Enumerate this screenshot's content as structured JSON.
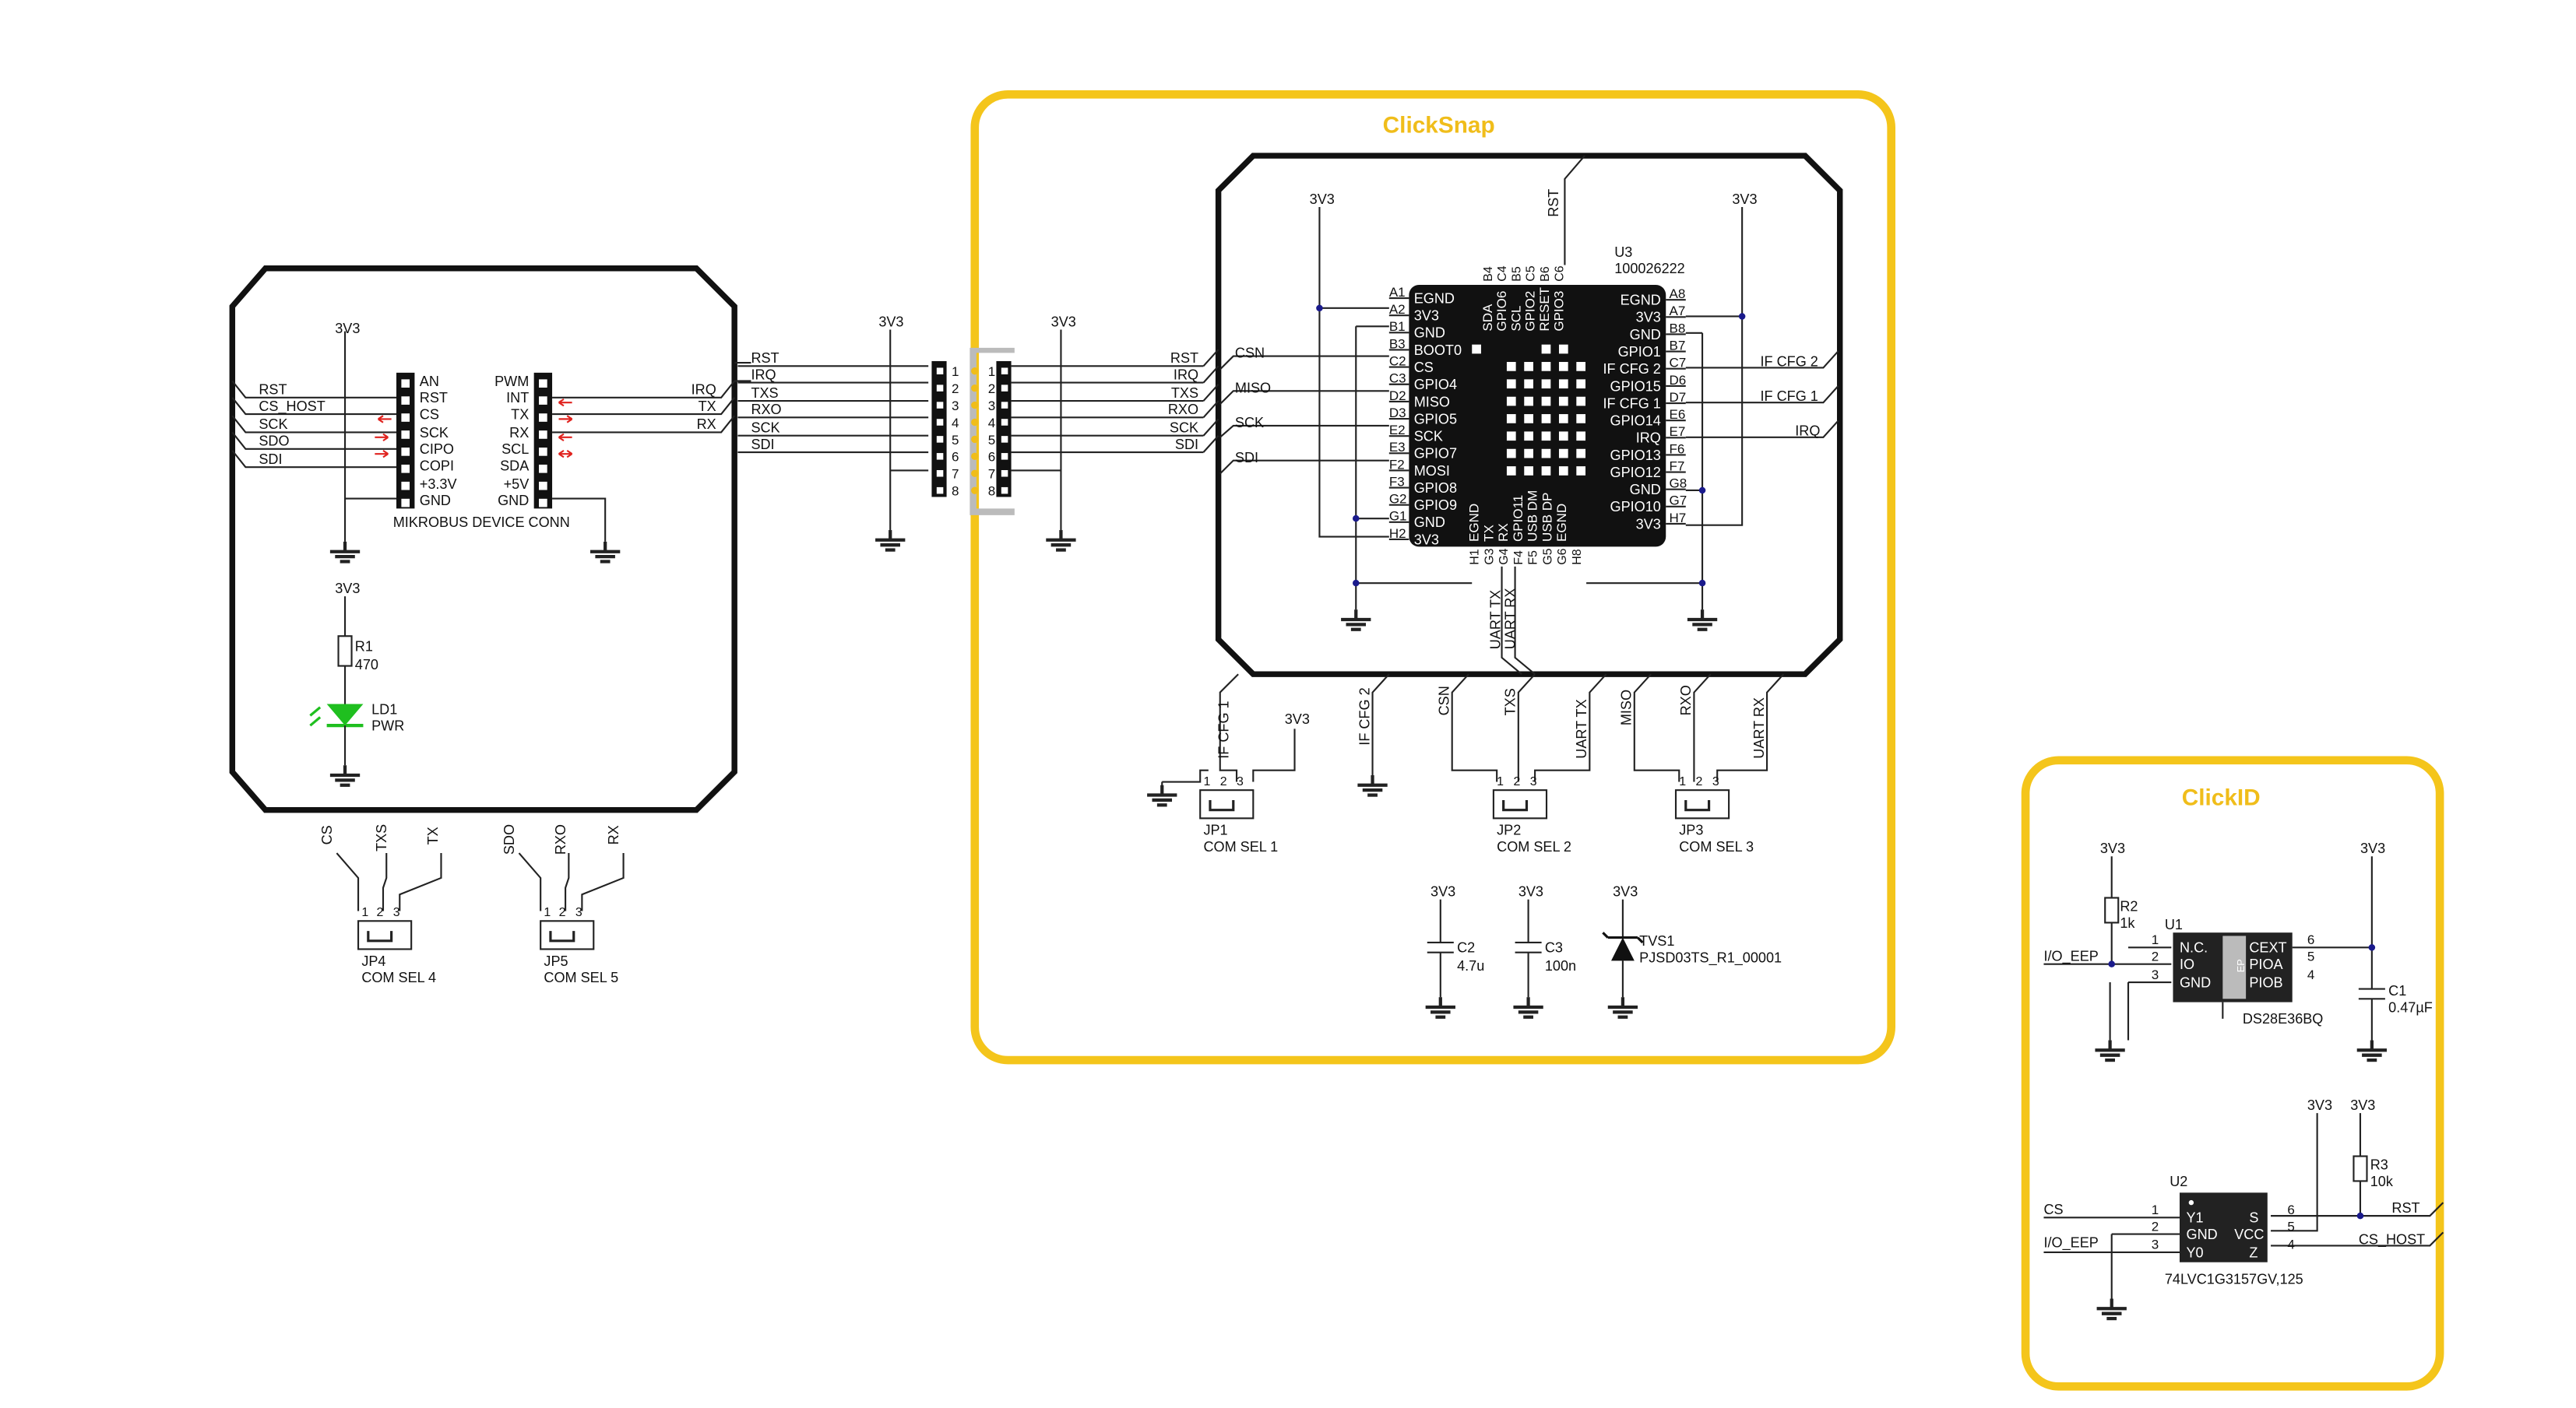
{
  "sections": {
    "clicksnap_title": "ClickSnap",
    "clickid_title": "ClickID"
  },
  "power": {
    "v33": "3V3"
  },
  "mikrobus": {
    "caption": "MIKROBUS DEVICE CONN",
    "left_pins": [
      "AN",
      "RST",
      "CS",
      "SCK",
      "CIPO",
      "COPI",
      "+3.3V",
      "GND"
    ],
    "right_pins": [
      "PWM",
      "INT",
      "TX",
      "RX",
      "SCL",
      "SDA",
      "+5V",
      "GND"
    ],
    "left_nets": [
      "RST",
      "CS_HOST",
      "SCK",
      "SDO",
      "SDI"
    ],
    "right_nets": [
      "IRQ",
      "TX",
      "RX"
    ]
  },
  "led": {
    "resistor": "R1",
    "resistor_value": "470",
    "led": "LD1",
    "led_label": "PWR"
  },
  "connector": {
    "pins": [
      "1",
      "2",
      "3",
      "4",
      "5",
      "6",
      "7",
      "8"
    ],
    "left_nets": [
      "RST",
      "IRQ",
      "TXS",
      "RXO",
      "SCK",
      "SDI"
    ],
    "right_nets": [
      "RST",
      "IRQ",
      "TXS",
      "RXO",
      "SCK",
      "SDI"
    ]
  },
  "u3": {
    "ref": "U3",
    "part": "100026222",
    "left_pins": [
      "A1",
      "A2",
      "B1",
      "B3",
      "C2",
      "C3",
      "D2",
      "D3",
      "E2",
      "E3",
      "F2",
      "F3",
      "G2",
      "G1",
      "H2"
    ],
    "left_names": [
      "EGND",
      "3V3",
      "GND",
      "BOOT0",
      "CS",
      "GPIO4",
      "MISO",
      "GPIO5",
      "SCK",
      "GPIO7",
      "MOSI",
      "GPIO8",
      "GPIO9",
      "GND",
      "3V3"
    ],
    "right_pins": [
      "A8",
      "A7",
      "B8",
      "B7",
      "C7",
      "D6",
      "D7",
      "E6",
      "E7",
      "F6",
      "F7",
      "G8",
      "G7",
      "H7"
    ],
    "right_names": [
      "EGND",
      "3V3",
      "GND",
      "GPIO1",
      "IF CFG 2",
      "GPIO15",
      "IF CFG 1",
      "GPIO14",
      "IRQ",
      "GPIO13",
      "GPIO12",
      "GND",
      "GPIO10",
      "3V3"
    ],
    "top_pins": [
      "B4",
      "C4",
      "B5",
      "C5",
      "B6",
      "C6"
    ],
    "top_names": [
      "SDA",
      "GPIO6",
      "SCL",
      "GPIO2",
      "RESET",
      "GPIO3"
    ],
    "bottom_pins": [
      "H1",
      "G3",
      "G4",
      "F4",
      "F5",
      "G5",
      "G6",
      "H8"
    ],
    "bottom_names": [
      "EGND",
      "TX",
      "RX",
      "GPIO11",
      "USB DM",
      "USB DP",
      "EGND"
    ],
    "left_nets": [
      "CSN",
      "MISO",
      "SCK",
      "SDI"
    ],
    "right_nets": [
      "IF CFG 2",
      "IF CFG 1",
      "IRQ"
    ],
    "top_net": "RST",
    "bottom_nets": [
      "UART TX",
      "UART RX"
    ]
  },
  "jumpers": [
    {
      "ref": "JP1",
      "label": "COM SEL 1",
      "nets": [
        "IF CFG 1",
        "3V3"
      ]
    },
    {
      "ref": "JP2",
      "label": "COM SEL 2",
      "nets": [
        "IF CFG 2",
        "CSN",
        "TXS",
        "UART TX"
      ]
    },
    {
      "ref": "JP3",
      "label": "COM SEL 3",
      "nets": [
        "MISO",
        "RXO",
        "UART RX"
      ]
    },
    {
      "ref": "JP4",
      "label": "COM SEL 4",
      "nets": [
        "CS",
        "TXS",
        "TX"
      ]
    },
    {
      "ref": "JP5",
      "label": "COM SEL 5",
      "nets": [
        "SDO",
        "RXO",
        "RX"
      ]
    }
  ],
  "jumper_pins": [
    "1",
    "2",
    "3"
  ],
  "passives": [
    {
      "ref": "C2",
      "value": "4.7u"
    },
    {
      "ref": "C3",
      "value": "100n"
    },
    {
      "ref": "TVS1",
      "value": "PJSD03TS_R1_00001"
    }
  ],
  "clickid": {
    "r2": {
      "ref": "R2",
      "value": "1k"
    },
    "r3": {
      "ref": "R3",
      "value": "10k"
    },
    "c1": {
      "ref": "C1",
      "value": "0.47µF"
    },
    "u1": {
      "ref": "U1",
      "part": "DS28E36BQ",
      "left": [
        "N.C.",
        "IO",
        "GND"
      ],
      "right": [
        "CEXT",
        "PIOA",
        "PIOB"
      ],
      "pins_left": [
        "1",
        "2",
        "3"
      ],
      "pins_right": [
        "6",
        "5",
        "4"
      ],
      "ep": "EP"
    },
    "u2": {
      "ref": "U2",
      "part": "74LVC1G3157GV,125",
      "left": [
        "Y1",
        "GND",
        "Y0"
      ],
      "right": [
        "S",
        "VCC",
        "Z"
      ],
      "pins_left": [
        "1",
        "2",
        "3"
      ],
      "pins_right": [
        "6",
        "5",
        "4"
      ]
    },
    "nets": {
      "io_eep": "I/O_EEP",
      "cs": "CS",
      "rst": "RST",
      "cs_host": "CS_HOST"
    }
  }
}
